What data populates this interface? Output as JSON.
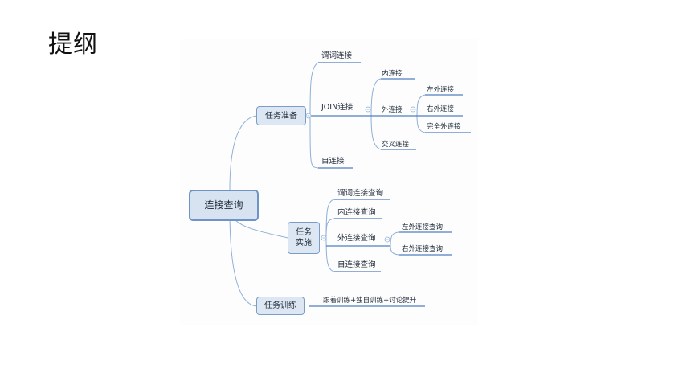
{
  "slide": {
    "title": "提纲"
  },
  "mindmap": {
    "root": "连接查询",
    "prep": {
      "label": "任务准备",
      "children": {
        "predicate": "谓词连接",
        "join": "JOIN连接",
        "self": "自连接"
      },
      "join_children": {
        "inner": "内连接",
        "outer": "外连接",
        "cross": "交叉连接"
      },
      "outer_children": {
        "left": "左外连接",
        "right": "右外连接",
        "full": "完全外连接"
      }
    },
    "impl": {
      "label_line1": "任务",
      "label_line2": "实施",
      "children": {
        "predicate_query": "谓词连接查询",
        "inner_query": "内连接查询",
        "outer_query": "外连接查询",
        "self_query": "自连接查询"
      },
      "outer_children": {
        "left_query": "左外连接查询",
        "right_query": "右外连接查询"
      }
    },
    "training": {
      "label": "任务训练",
      "child": "跟着训练+独自训练+讨论提升"
    }
  },
  "colors": {
    "branch": "#8fb0d8",
    "underline": "#4f7fc0",
    "node_fill": "#dde7f3",
    "node_border": "#7a9cc6"
  }
}
